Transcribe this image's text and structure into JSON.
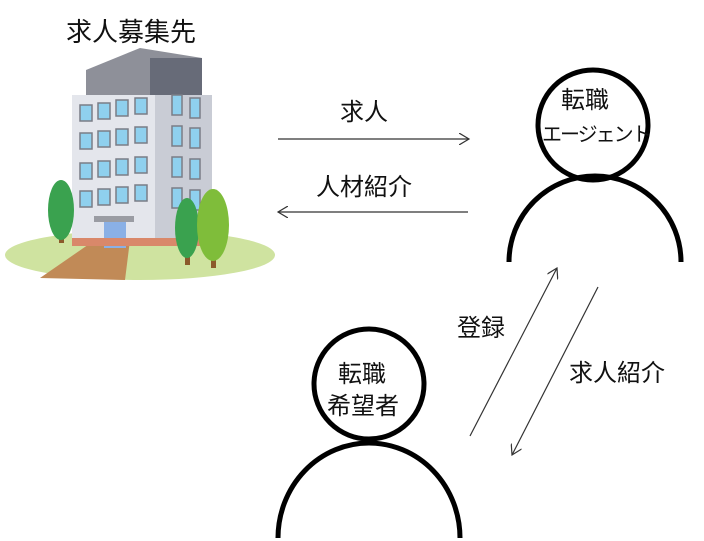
{
  "company": {
    "label": "求人募集先"
  },
  "agent": {
    "line1": "転職",
    "line2": "エージェント"
  },
  "seeker": {
    "line1": "転職",
    "line2": "希望者"
  },
  "flows": {
    "job_posting": "求人",
    "talent_referral": "人材紹介",
    "registration": "登録",
    "job_referral": "求人紹介"
  }
}
